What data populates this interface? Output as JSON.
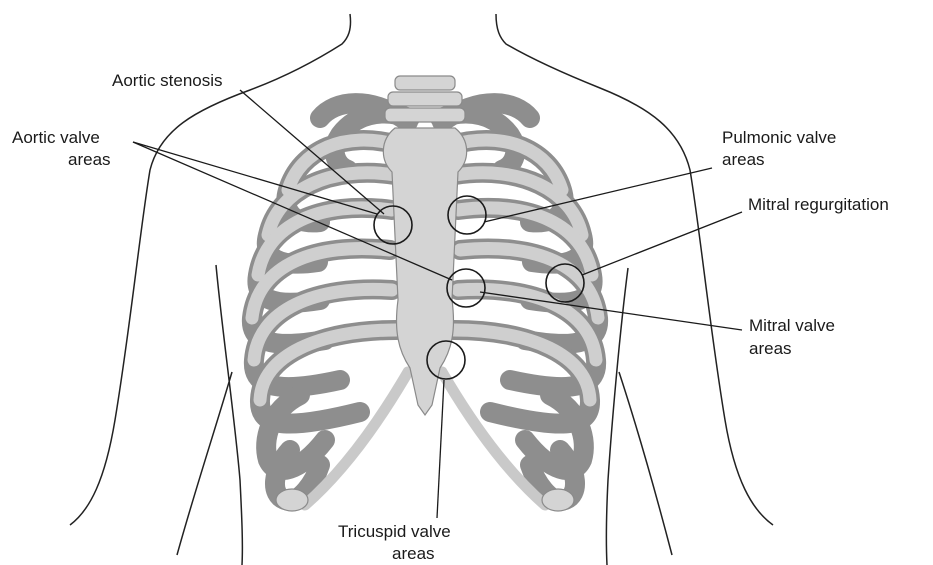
{
  "diagram": {
    "labels": {
      "aortic_stenosis": "Aortic stenosis",
      "aortic_valve_line1": "Aortic valve",
      "aortic_valve_line2": "areas",
      "pulmonic_valve_line1": "Pulmonic valve",
      "pulmonic_valve_line2": "areas",
      "mitral_regurgitation": "Mitral regurgitation",
      "mitral_valve_line1": "Mitral valve",
      "mitral_valve_line2": "areas",
      "tricuspid_valve_line1": "Tricuspid valve",
      "tricuspid_valve_line2": "areas"
    },
    "colors": {
      "bone_light": "#d4d4d4",
      "bone_shadow": "#8e8e8e",
      "outline": "#222222"
    }
  }
}
